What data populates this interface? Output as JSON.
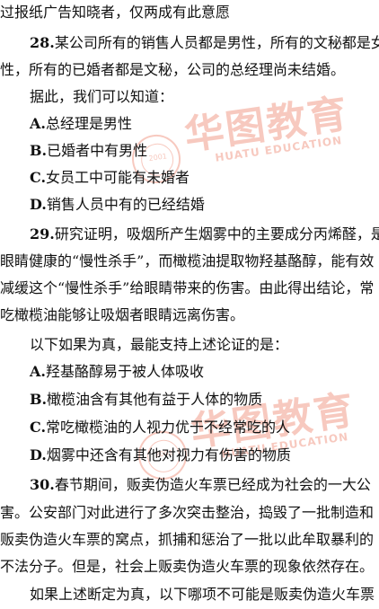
{
  "lines": [
    "过报纸广告知晓者，仅两成有此意愿",
    "某公司所有的销售人员都是男性，所有的文秘都是女",
    "性，所有的已婚者都是文秘，公司的总经理尚未结婚。",
    "据此，我们可以知道：",
    "总经理是男性",
    "已婚者中有男性",
    "女员工中可能有未婚者",
    "销售人员中有的已经结婚",
    "研究证明，吸烟所产生烟雾中的主要成分丙烯醛，是",
    "眼睛健康的“慢性杀手”，而橄榄油提取物羟基酪醇，能有效",
    "减缓这个“慢性杀手”给眼睛带来的伤害。由此得出结论，常",
    "吃橄榄油能够让吸烟者眼睛远离伤害。",
    "以下如果为真，最能支持上述论证的是：",
    "羟基酪醇易于被人体吸收",
    "橄榄油含有其他有益于人体的物质",
    "常吃橄榄油的人视力优于不经常吃的人",
    "烟雾中还含有其他对视力有伤害的物质",
    "春节期间，贩卖伪造火车票已经成为社会的一大公",
    "害。公安部门对此进行了多次突击整治，捣毁了一批制造和",
    "贩卖伪造火车票的窝点，抓捕和惩治了一批以此牟取暴利的",
    "不法分子。但是，社会上贩卖伪造火车票的现象依然存在。",
    "如果上述断定为真，以下哪项不可能是贩卖伪造火车票"
  ],
  "markers": {
    "q28": "28.",
    "q29": "29.",
    "q30": "30.",
    "A": "A.",
    "B": "B.",
    "C": "C.",
    "D": "D."
  },
  "watermark": {
    "brand_cn": "华图教育",
    "brand_en": "HUATU EDUCATION",
    "seal_year": "2001",
    "color": "#e85a3c"
  }
}
